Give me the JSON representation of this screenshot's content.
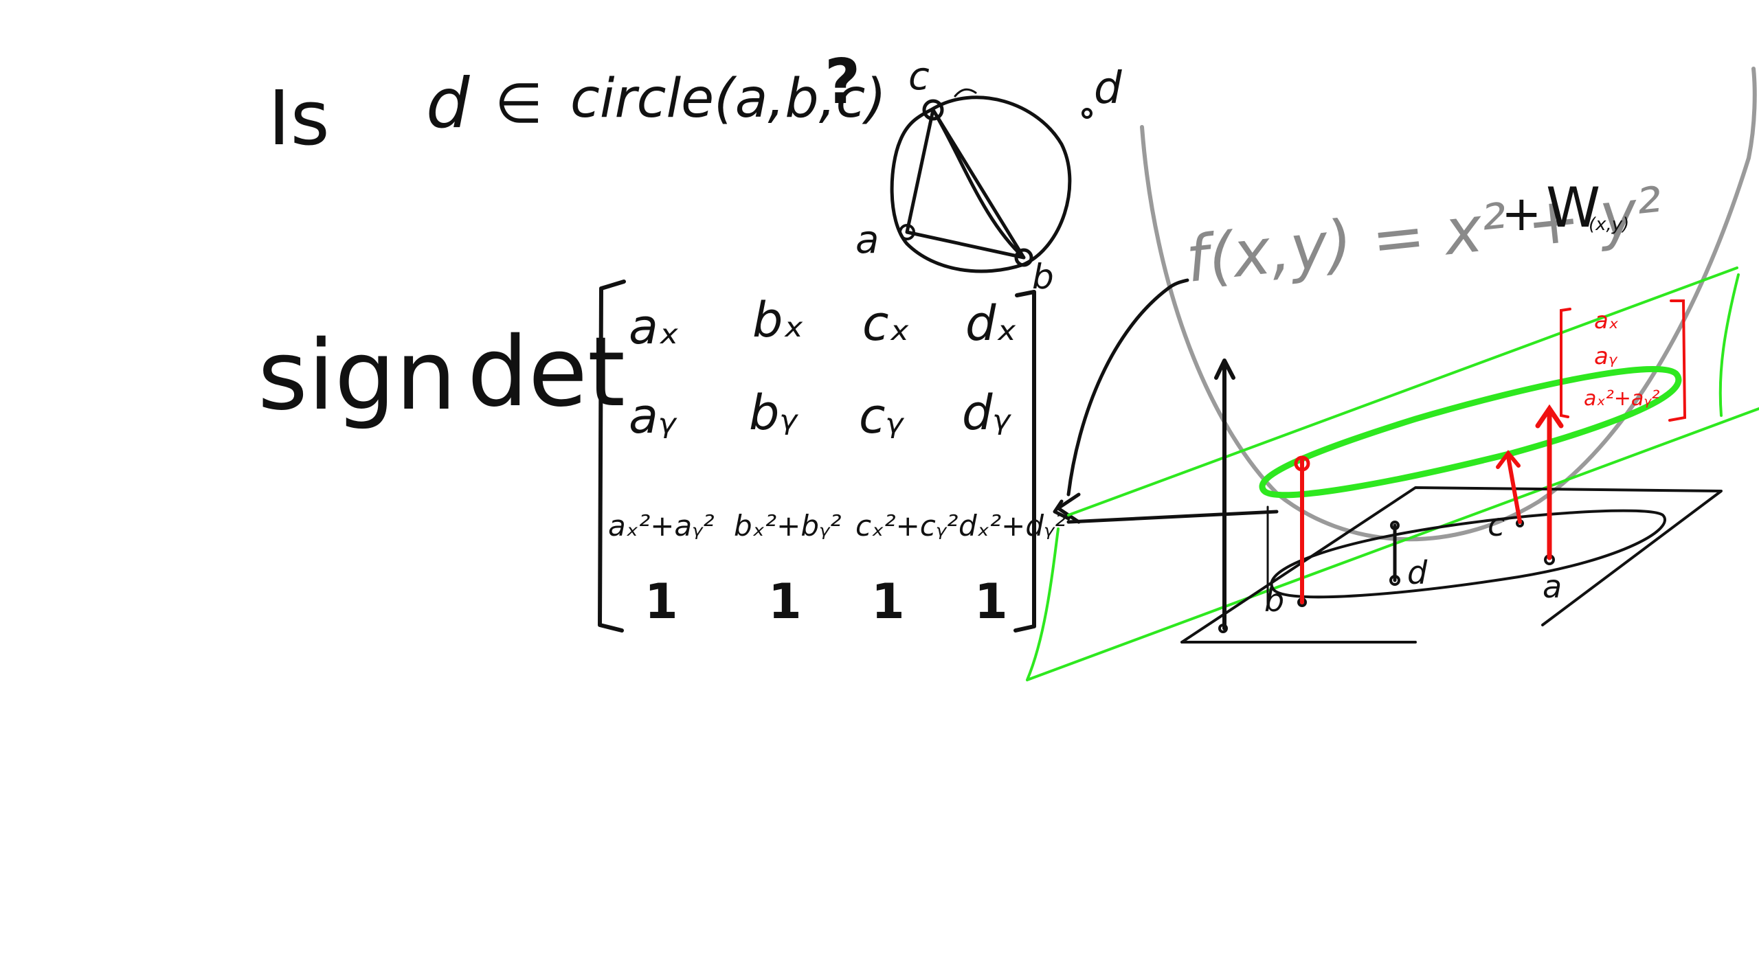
{
  "question": {
    "is": "Is",
    "d": "d",
    "elem": "∈",
    "circle": "circle(a,b,c)",
    "qmark": "?"
  },
  "circle_labels": {
    "a": "a",
    "b": "b",
    "c": "c",
    "d": "d"
  },
  "sign_det": {
    "sign": "sign",
    "det": "det"
  },
  "matrix": {
    "rows": [
      [
        "aₓ",
        "bₓ",
        "cₓ",
        "dₓ"
      ],
      [
        "aᵧ",
        "bᵧ",
        "cᵧ",
        "dᵧ"
      ],
      [
        "aₓ²+aᵧ²",
        "bₓ²+bᵧ²",
        "cₓ²+cᵧ²",
        "dₓ²+dᵧ²"
      ],
      [
        "1",
        "1",
        "1",
        "1"
      ]
    ]
  },
  "function": {
    "lhs": "f(x,y) = x² + y²",
    "plus": "+",
    "w": "W",
    "w_sub": "(x,y)"
  },
  "red_vector": [
    "aₓ",
    "aᵧ",
    "aₓ²+aᵧ²"
  ],
  "plot_labels": {
    "a": "a",
    "b": "b",
    "c": "c",
    "d": "d"
  },
  "colors": {
    "ink": "#111111",
    "lift": "#f01010",
    "plane": "#2ee81f",
    "paraboloid": "#9a9a9a"
  }
}
